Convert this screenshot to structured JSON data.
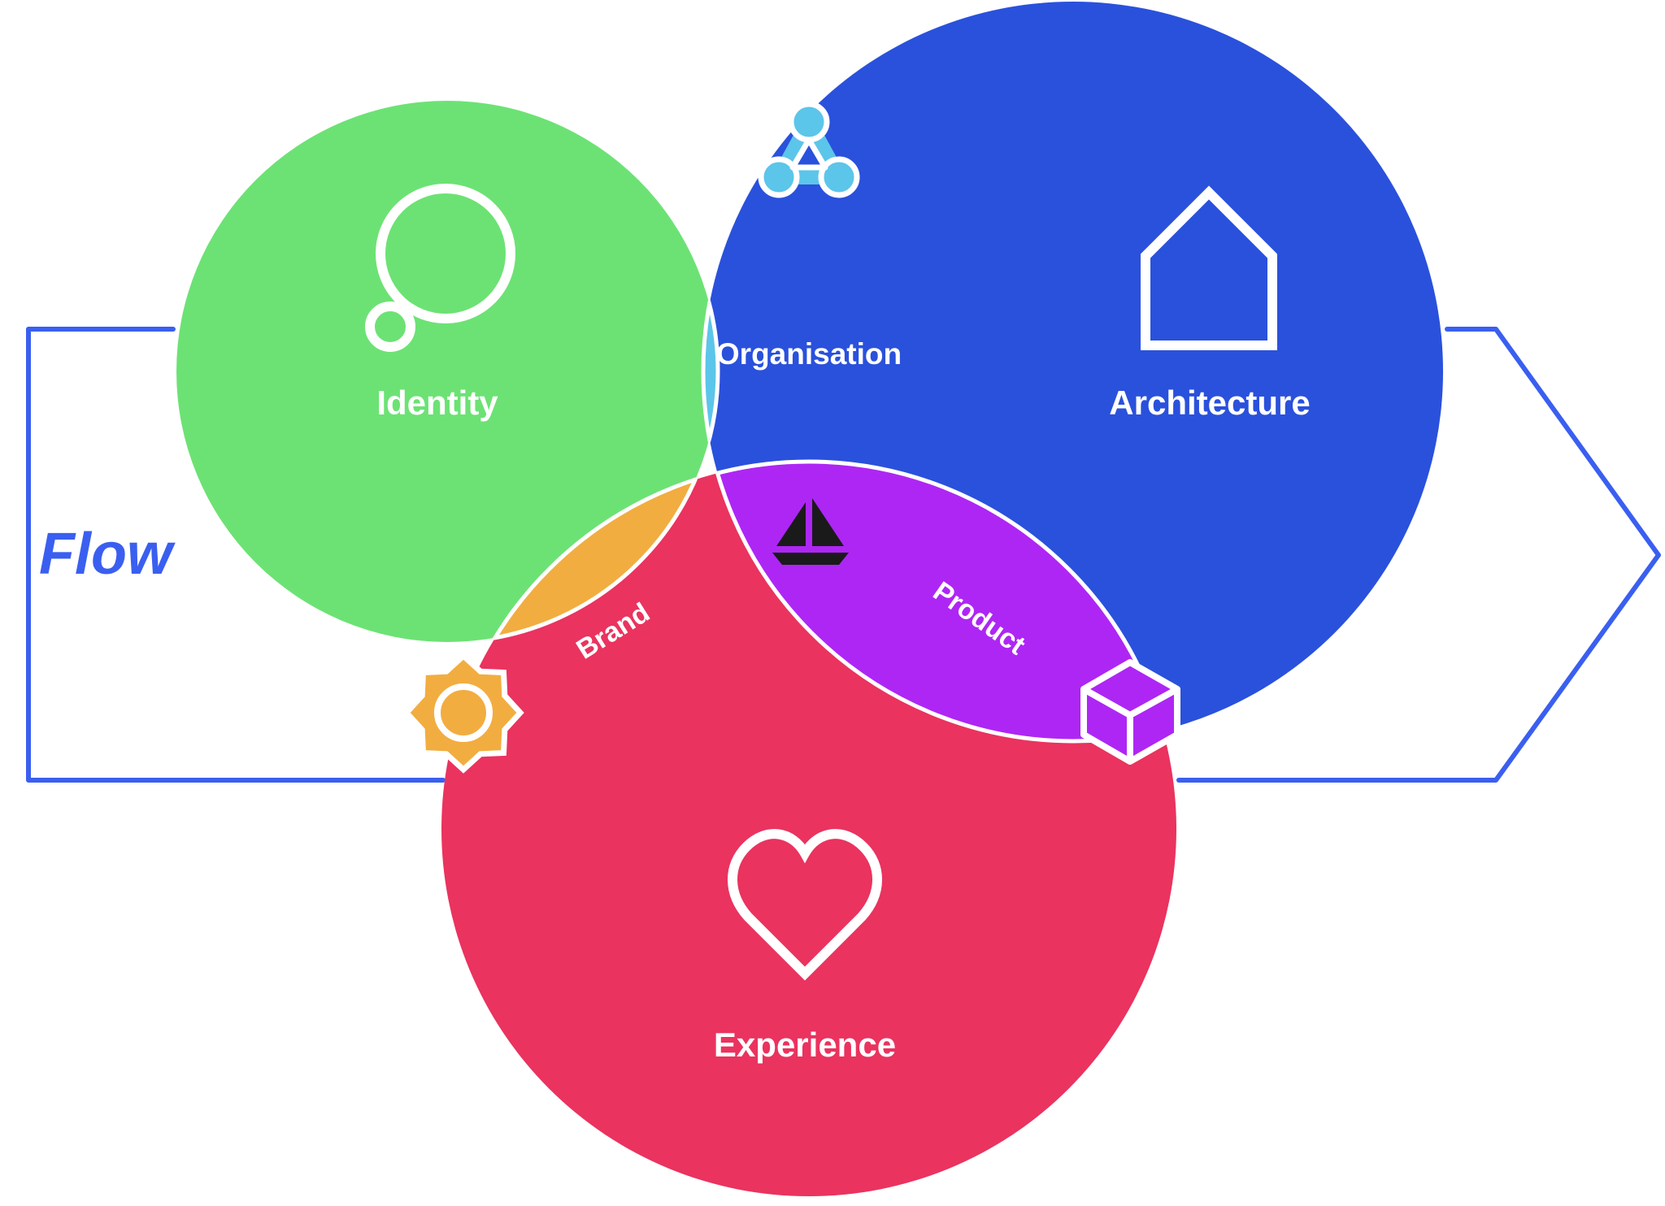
{
  "flow": {
    "label": "Flow"
  },
  "circles": {
    "identity": {
      "label": "Identity",
      "icon": "thought-bubble-icon"
    },
    "architecture": {
      "label": "Architecture",
      "icon": "house-icon"
    },
    "experience": {
      "label": "Experience",
      "icon": "heart-icon"
    }
  },
  "overlaps": {
    "organisation": {
      "label": "Organisation",
      "icon": "network-triangle-icon"
    },
    "brand": {
      "label": "Brand",
      "icon": "sun-gear-icon"
    },
    "product": {
      "label": "Product",
      "icon": "cube-icon"
    },
    "center": {
      "icon": "sailboat-icon"
    }
  },
  "colors": {
    "identity": "#6ce274",
    "architecture": "#2a51dc",
    "experience": "#ea335f",
    "organisation": "#5cc5ea",
    "brand": "#f2ad40",
    "product": "#ae26f4",
    "center": "#ffffff",
    "flow_arrow": "#3a5ff0",
    "icon_stroke": "#ffffff",
    "boat": "#1a1a1a"
  }
}
